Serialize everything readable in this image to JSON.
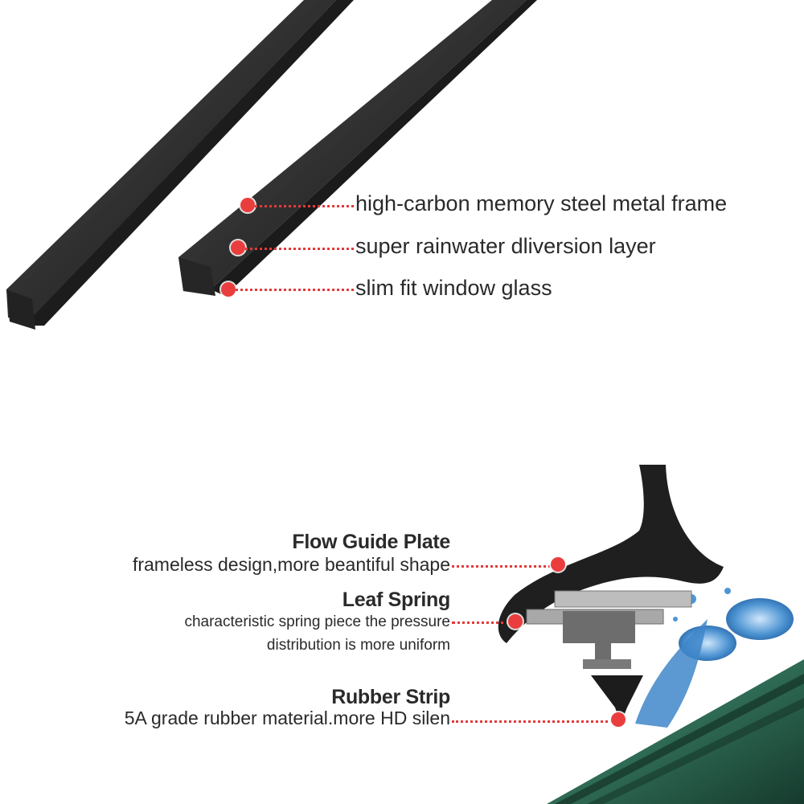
{
  "top_callouts": [
    {
      "label": "high-carbon memory steel metal frame"
    },
    {
      "label": "super rainwater dliversion layer"
    },
    {
      "label": "slim fit window glass"
    }
  ],
  "bottom_callouts": [
    {
      "title": "Flow Guide Plate",
      "lines": [
        "frameless design,more beantiful shape"
      ]
    },
    {
      "title": "Leaf Spring",
      "lines": [
        "characteristic spring piece the pressure",
        "distribution is  more uniform"
      ]
    },
    {
      "title": "Rubber Strip",
      "lines": [
        "5A grade rubber material.more HD silen"
      ]
    }
  ],
  "colors": {
    "marker": "#ea3e3e",
    "text": "#2a2a2a",
    "blade": "#2b2b2b",
    "glass": "#2f6b55",
    "water": "#3f86c9"
  }
}
